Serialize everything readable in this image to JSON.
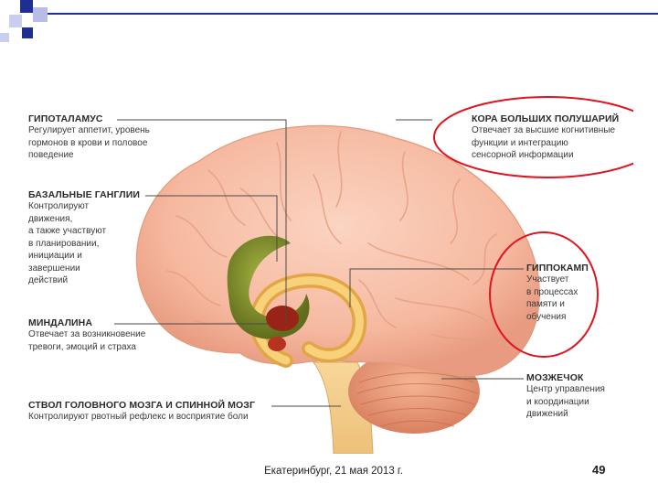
{
  "labels": {
    "hypothalamus": {
      "title": "ГИПОТАЛАМУС",
      "desc": "Регулирует аппетит, уровень\nгормонов в крови и половое\nповедение"
    },
    "basal_ganglia": {
      "title": "БАЗАЛЬНЫЕ ГАНГЛИИ",
      "desc": "Контролируют\nдвижения,\nа также участвуют\nв планировании,\nинициации и\nзавершении\nдействий"
    },
    "amygdala": {
      "title": "МИНДАЛИНА",
      "desc": "Отвечает за возникновение\nтревоги, эмоций и страха"
    },
    "brainstem": {
      "title": "СТВОЛ ГОЛОВНОГО МОЗГА И СПИННОЙ МОЗГ",
      "desc": "Контролируют рвотный рефлекс и восприятие боли"
    },
    "cortex": {
      "title": "КОРА БОЛЬШИХ ПОЛУШАРИЙ",
      "desc": "Отвечает за высшие когнитивные\nфункции и интеграцию\nсенсорной информации"
    },
    "hippocampus": {
      "title": "ГИППОКАМП",
      "desc": "Участвует\nв процессах\nпамяти и\nобучения"
    },
    "cerebellum": {
      "title": "МОЗЖЕЧОК",
      "desc": "Центр управления\nи координации\nдвижений"
    }
  },
  "footer": {
    "text": "Екатеринбург, 21 мая 2013 г.",
    "page_number": "49"
  },
  "colors": {
    "brain": "#f6b9a0",
    "highlight_circle": "#e0141e",
    "deco_blue": "#1f2f8f",
    "deco_lavender": "#b7bde6",
    "basal_ganglia": "#7d8f2a",
    "amygdala": "#9a2318",
    "hippocampus": "#f2c35a",
    "cerebellum": "#eb9a78"
  }
}
